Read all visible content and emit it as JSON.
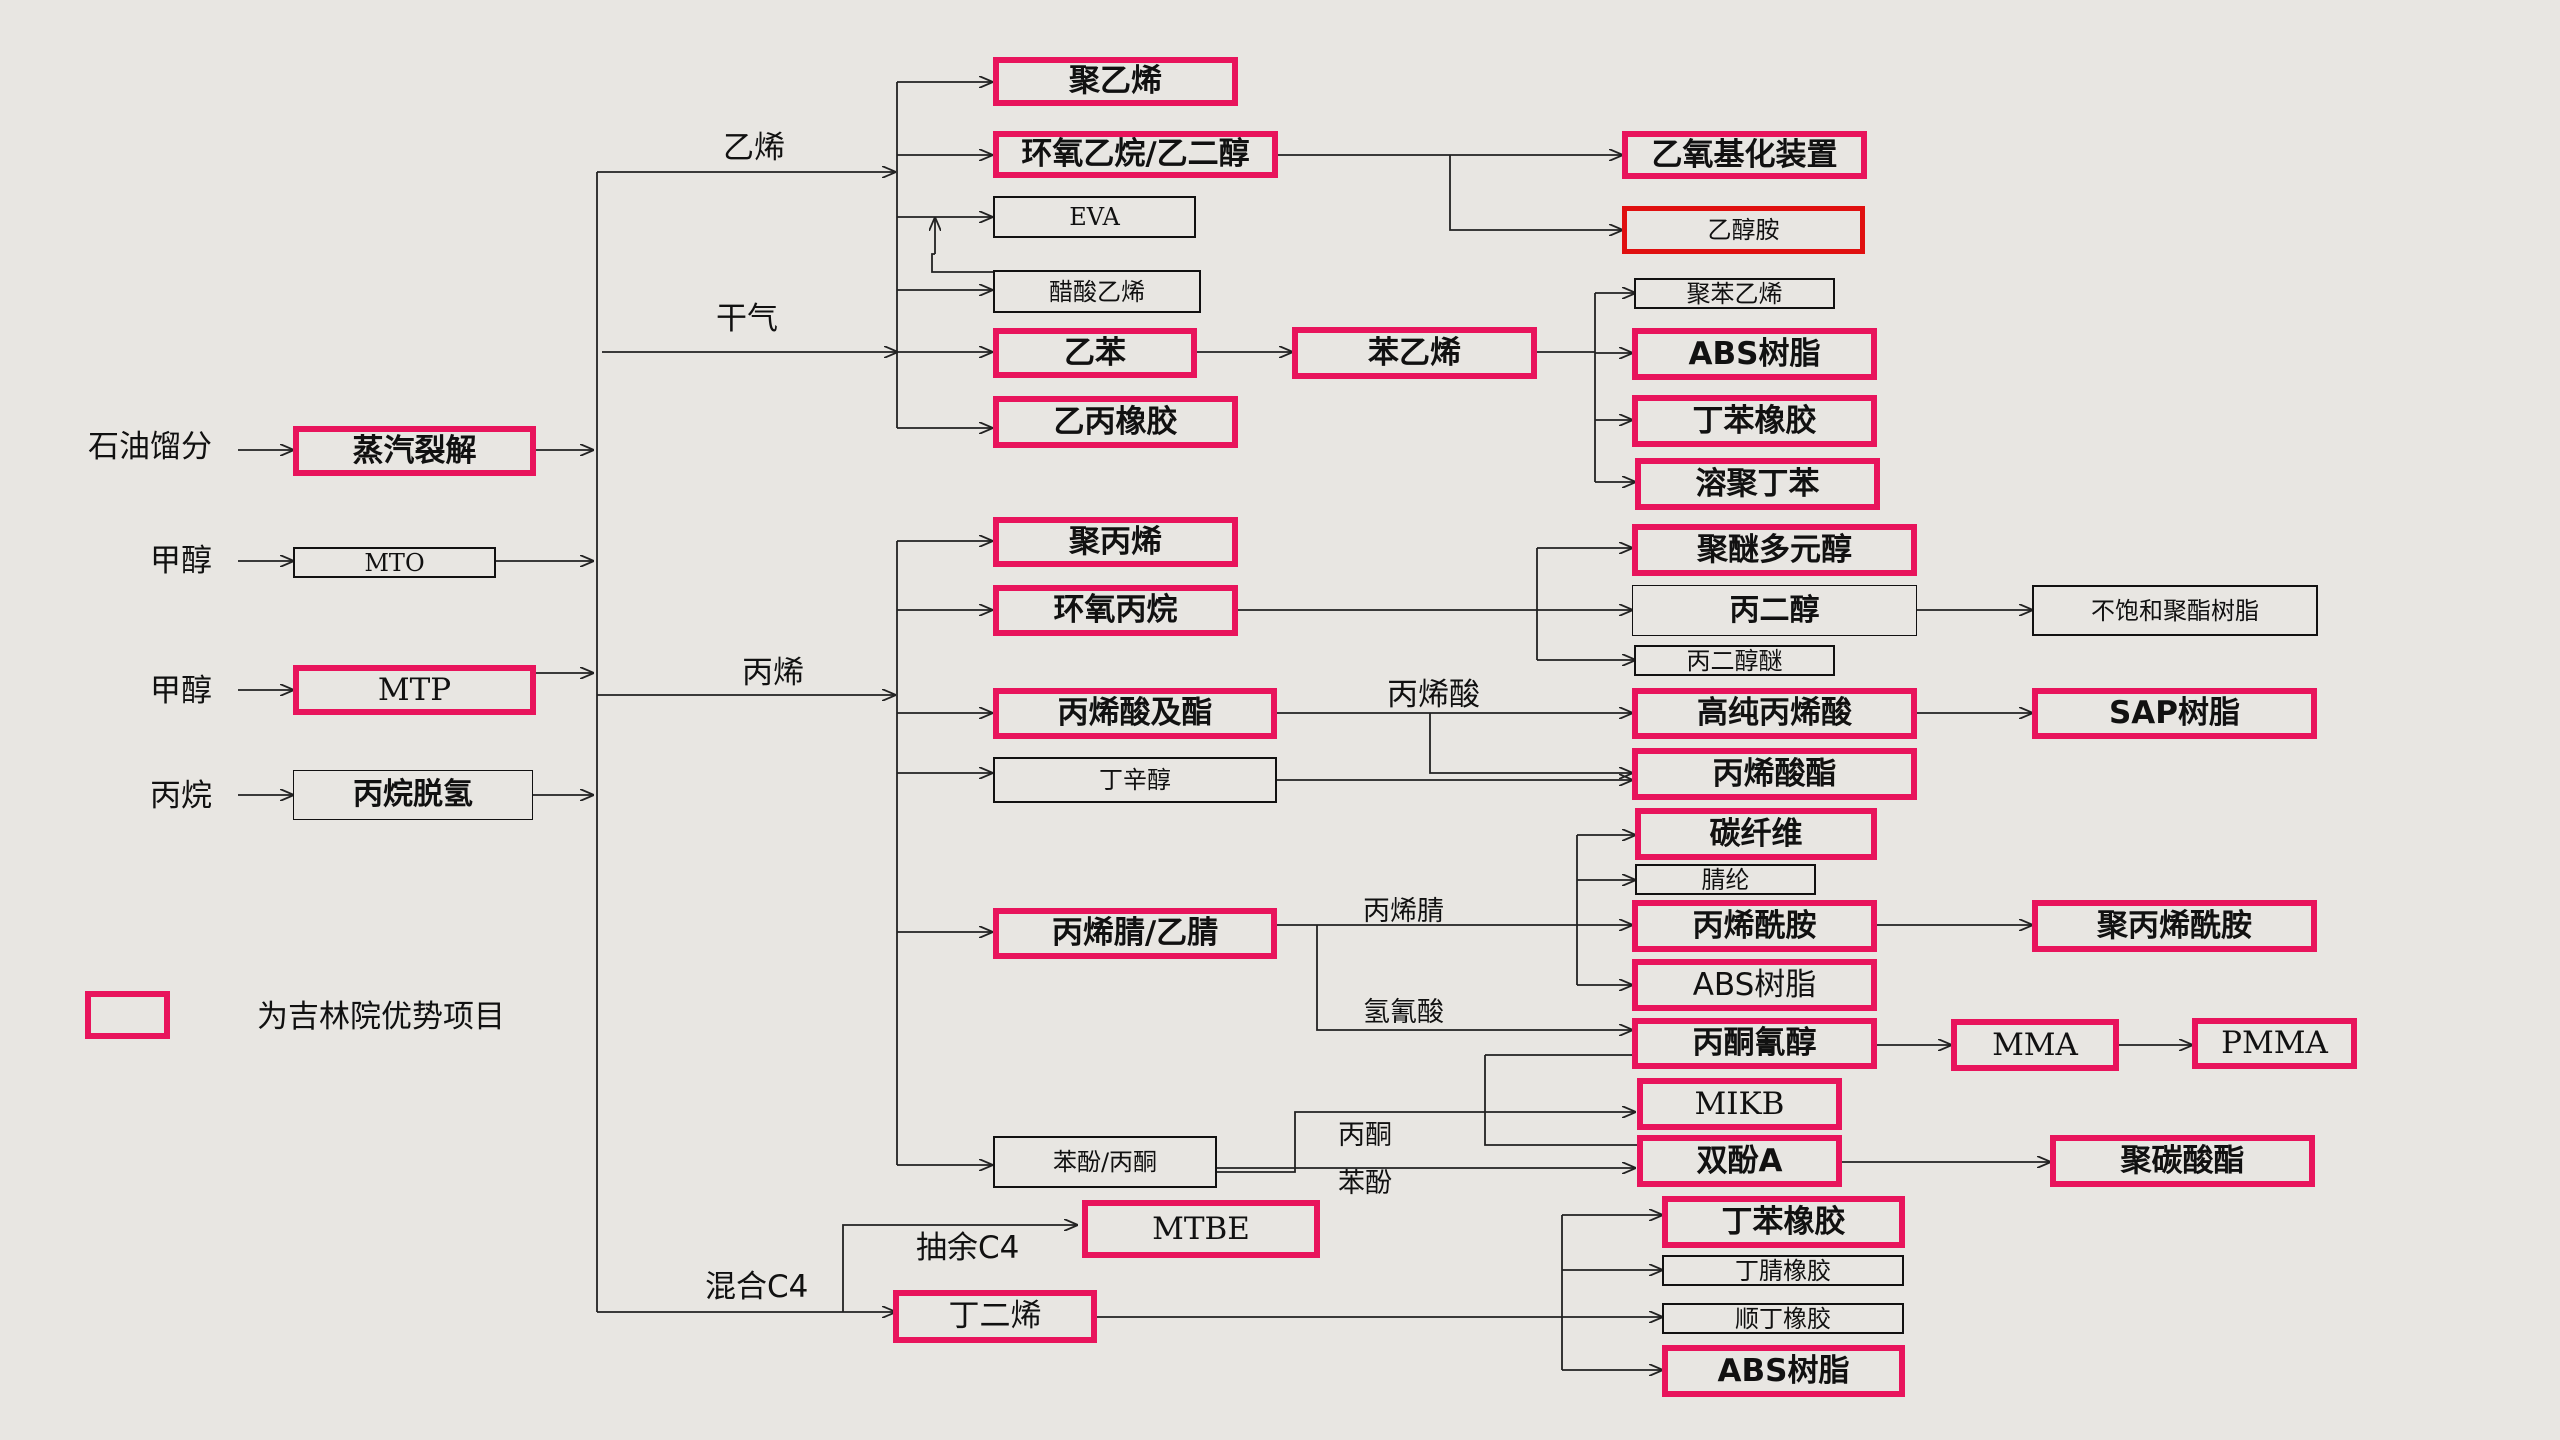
{
  "sources": {
    "petroleum_fraction": "石油馏分",
    "methanol_1": "甲醇",
    "methanol_2": "甲醇",
    "propane": "丙烷"
  },
  "processes": {
    "steam_cracking": "蒸汽裂解",
    "mto": "MTO",
    "mtp": "MTP",
    "propane_dehydrogenation": "丙烷脱氢"
  },
  "intermediates": {
    "ethylene": "乙烯",
    "dry_gas": "干气",
    "propylene": "丙烯",
    "mixed_c4": "混合C4"
  },
  "ethylene_products": {
    "polyethylene": "聚乙烯",
    "eo_eg": "环氧乙烷/乙二醇",
    "eva": "EVA",
    "vinyl_acetate": "醋酸乙烯",
    "ethylbenzene": "乙苯",
    "epr": "乙丙橡胶",
    "ethoxylation": "乙氧基化装置",
    "ethanolamine": "乙醇胺",
    "styrene": "苯乙烯",
    "polystyrene": "聚苯乙烯",
    "abs_resin_1": "ABS树脂",
    "sbr_1": "丁苯橡胶",
    "ssbr": "溶聚丁苯"
  },
  "propylene_products": {
    "polypropylene": "聚丙烯",
    "propylene_oxide": "环氧丙烷",
    "acrylic_acid_esters": "丙烯酸及酯",
    "octanol": "丁辛醇",
    "acrylonitrile_acetonitrile": "丙烯腈/乙腈",
    "phenol_acetone": "苯酚/丙酮",
    "polyether_polyol": "聚醚多元醇",
    "propylene_glycol": "丙二醇",
    "propylene_glycol_ether": "丙二醇醚",
    "unsaturated_polyester": "不饱和聚酯树脂",
    "acrylic_acid_label": "丙烯酸",
    "high_purity_acrylic_acid": "高纯丙烯酸",
    "sap_resin": "SAP树脂",
    "acrylate_ester": "丙烯酸酯",
    "carbon_fiber": "碳纤维",
    "acrylic_fiber": "腈纶",
    "acrylamide": "丙烯酰胺",
    "polyacrylamide": "聚丙烯酰胺",
    "abs_resin_2": "ABS树脂",
    "acrylonitrile_label": "丙烯腈",
    "hcn_label": "氢氰酸",
    "acetone_cyanohydrin": "丙酮氰醇",
    "mma": "MMA",
    "pmma": "PMMA",
    "mikb": "MIKB",
    "bisphenol_a": "双酚A",
    "polycarbonate": "聚碳酸酯",
    "acetone_label": "丙酮",
    "phenol_label": "苯酚"
  },
  "c4_products": {
    "raffinate_c4": "抽余C4",
    "mtbe": "MTBE",
    "butadiene": "丁二烯",
    "sbr_2": "丁苯橡胶",
    "nbr": "丁腈橡胶",
    "br": "顺丁橡胶",
    "abs_resin_3": "ABS树脂"
  },
  "legend": {
    "text": "为吉林院优势项目",
    "highlight_color": "#e8145c"
  },
  "colors": {
    "background": "#e8e6e2",
    "line": "#222222",
    "highlight": "#e8145c",
    "red_border": "#e01010"
  }
}
